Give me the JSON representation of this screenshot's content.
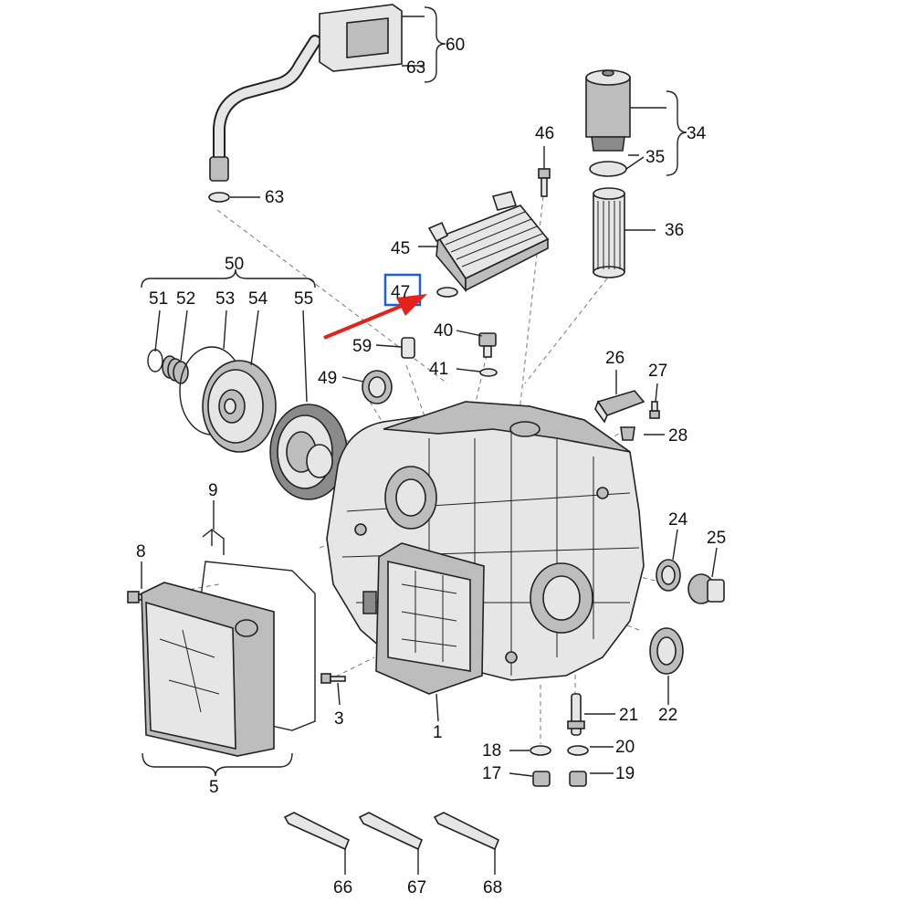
{
  "labels": {
    "l60": "60",
    "l63a": "63",
    "l63b": "63",
    "l34": "34",
    "l35": "35",
    "l36": "36",
    "l46": "46",
    "l45": "45",
    "l47": "47",
    "l40": "40",
    "l59": "59",
    "l41": "41",
    "l49": "49",
    "l50": "50",
    "l51": "51",
    "l52": "52",
    "l53": "53",
    "l54": "54",
    "l55": "55",
    "l26": "26",
    "l27": "27",
    "l28": "28",
    "l9": "9",
    "l8": "8",
    "l24": "24",
    "l25": "25",
    "l3": "3",
    "l1": "1",
    "l21": "21",
    "l22": "22",
    "l5": "5",
    "l18": "18",
    "l20": "20",
    "l17": "17",
    "l19": "19",
    "l66": "66",
    "l67": "67",
    "l68": "68"
  },
  "colors": {
    "highlight_box": "#1f5fd1",
    "arrow": "#e3221b"
  }
}
